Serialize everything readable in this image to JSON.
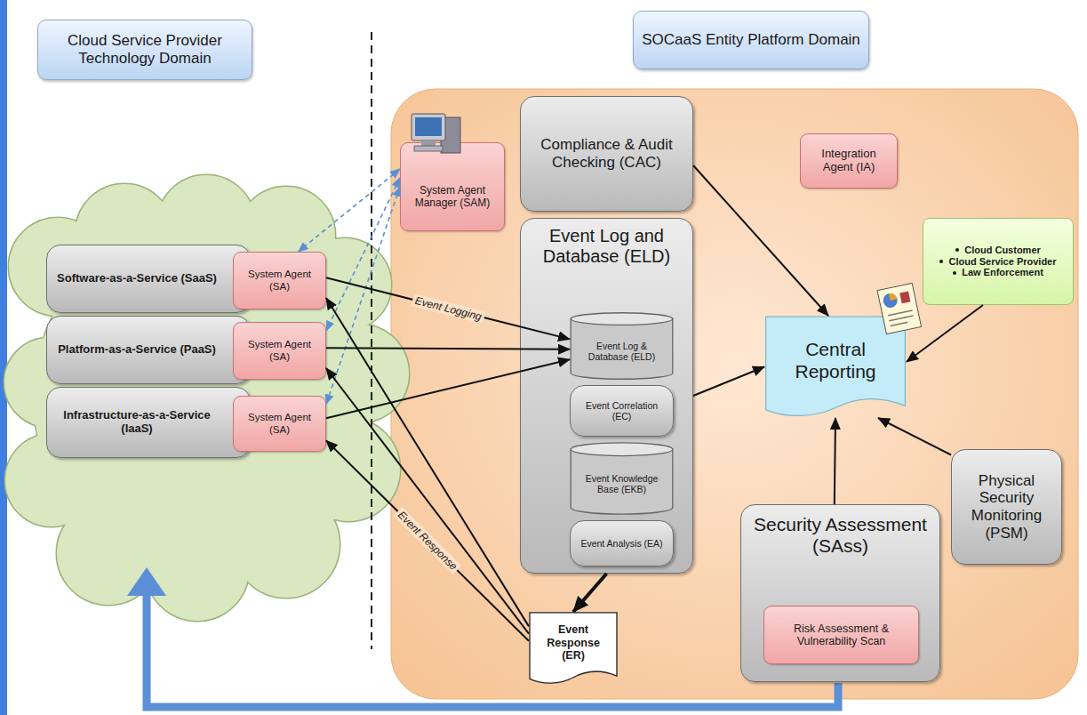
{
  "diagram": {
    "nodes": [
      {
        "text": [
          "Cloud Service Provider Technology Domain"
        ]
      },
      {
        "text": [
          "SOCaaS Entity Platform Domain"
        ]
      },
      {
        "text": [
          "Software-as-a-Service (SaaS)"
        ]
      },
      {
        "text": [
          "System Agent (SA)"
        ]
      },
      {
        "text": [
          "Platform-as-a-Service (PaaS)"
        ]
      },
      {
        "text": [
          "System Agent (SA)"
        ]
      },
      {
        "text": [
          "Infrastructure-as-a-Service (IaaS)"
        ]
      },
      {
        "text": [
          "System Agent (SA)"
        ]
      },
      {
        "text": [
          "System Agent Manager (SAM)"
        ]
      },
      {
        "text": [
          "Compliance & Audit Checking (CAC)"
        ]
      },
      {
        "text": [
          "Event Log and Database (ELD)"
        ]
      },
      {
        "text": [
          "Event Log & Database (ELD)"
        ],
        "in": 10
      },
      {
        "text": [
          "Event Correlation (EC)"
        ],
        "in": 10
      },
      {
        "text": [
          "Event Knowledge Base (EKB)"
        ],
        "in": 10
      },
      {
        "text": [
          "Event Analysis (EA)"
        ],
        "in": 10
      },
      {
        "text": [
          "Integration Agent (IA)"
        ]
      },
      {
        "text": [
          "Cloud Customer",
          "Cloud Service Provider",
          "Law Enforcement"
        ]
      },
      {
        "text": [
          "Central Reporting"
        ]
      },
      {
        "text": [
          "Event Response (ER)"
        ]
      },
      {
        "text": [
          "Security Assessment (SAss)"
        ]
      },
      {
        "text": [
          "Risk Assessment & Vulnerability Scan"
        ],
        "in": 19
      },
      {
        "text": [
          "Physical Security Monitoring (PSM)"
        ]
      }
    ],
    "edges": [
      {
        "from": 8,
        "to": 3,
        "arrow": "both"
      },
      {
        "from": 8,
        "to": 5,
        "arrow": "both"
      },
      {
        "from": 8,
        "to": 7,
        "arrow": "both"
      },
      {
        "from": 3,
        "to": 11,
        "arrow": "to",
        "label": "Event Logging"
      },
      {
        "from": 5,
        "to": 11,
        "arrow": "to"
      },
      {
        "from": 7,
        "to": 11,
        "arrow": "to"
      },
      {
        "from": 18,
        "to": 3,
        "arrow": "to"
      },
      {
        "from": 18,
        "to": 5,
        "arrow": "to"
      },
      {
        "from": 18,
        "to": 7,
        "arrow": "to",
        "label": "Event Response"
      },
      {
        "from": 10,
        "to": 18,
        "arrow": "to"
      },
      {
        "from": 9,
        "to": 17,
        "arrow": "to"
      },
      {
        "from": 10,
        "to": 17,
        "arrow": "to"
      },
      {
        "from": 16,
        "to": 17,
        "arrow": "to"
      },
      {
        "from": 21,
        "to": 17,
        "arrow": "to"
      },
      {
        "from": 19,
        "to": 17,
        "arrow": "to"
      }
    ]
  }
}
